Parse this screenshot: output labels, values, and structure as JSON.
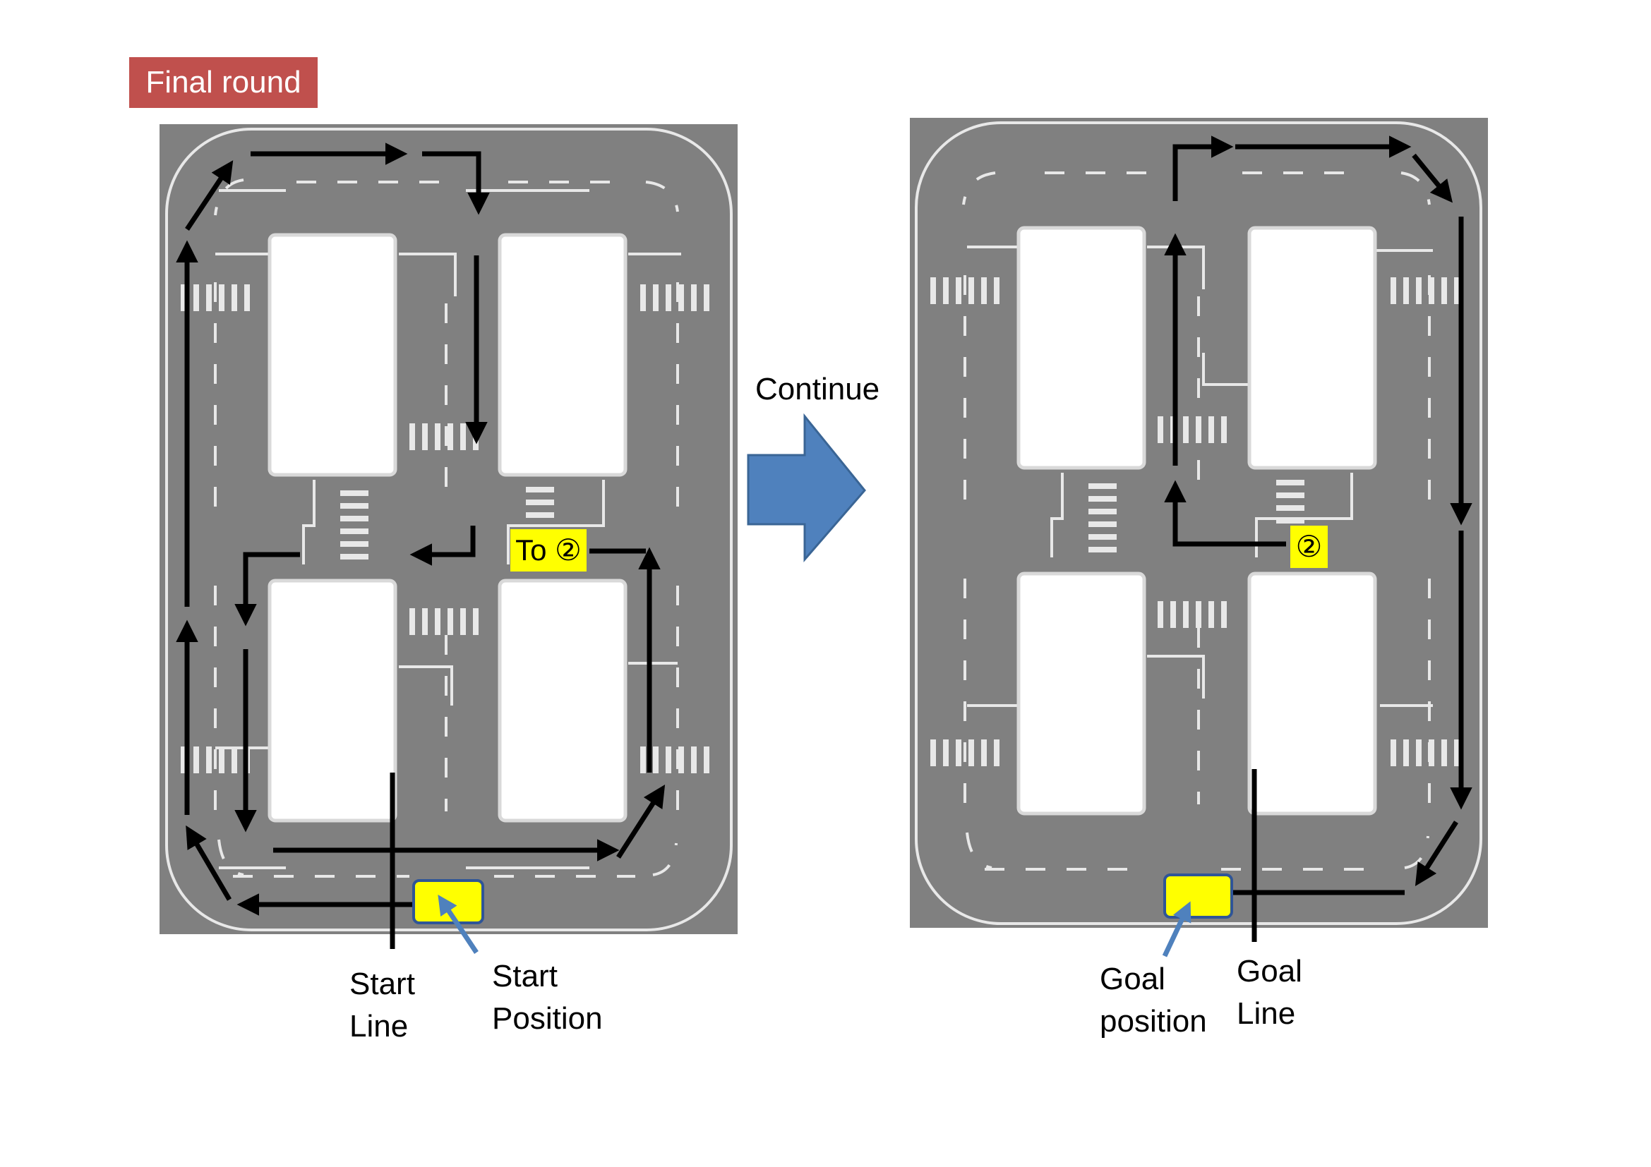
{
  "header": {
    "title": "Final round"
  },
  "center": {
    "continue_label": "Continue"
  },
  "left_map": {
    "to_marker": "To ②",
    "start_line_label": "Start\nLine",
    "start_position_label": "Start\nPosition"
  },
  "right_map": {
    "marker": "②",
    "goal_position_label": "Goal\nposition",
    "goal_line_label": "Goal\nLine"
  },
  "colors": {
    "title_bg": "#c0504d",
    "road": "#808080",
    "marker_bg": "#ffff00",
    "continue_arrow": "#4f81bd",
    "route_arrows": "#000000"
  }
}
